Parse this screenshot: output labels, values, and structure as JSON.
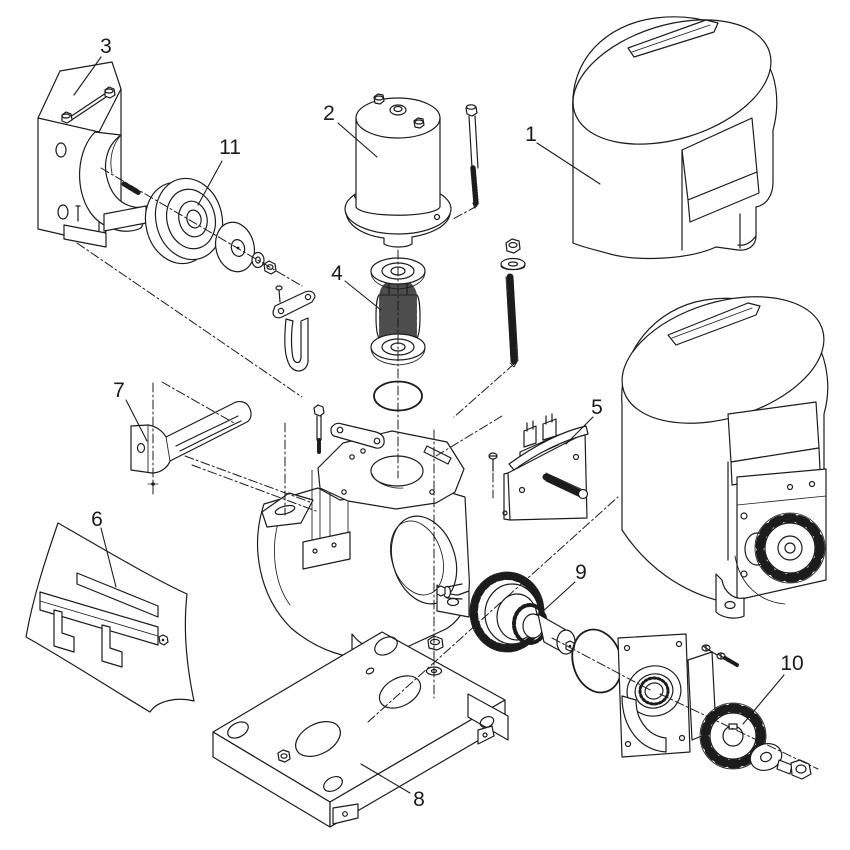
{
  "diagram": {
    "kind": "exploded-parts-diagram",
    "background_color": "#ffffff",
    "line_color": "#1c1c1c",
    "parts": [
      {
        "label": "1"
      },
      {
        "label": "2"
      },
      {
        "label": "3"
      },
      {
        "label": "4"
      },
      {
        "label": "5"
      },
      {
        "label": "6"
      },
      {
        "label": "7"
      },
      {
        "label": "8"
      },
      {
        "label": "9"
      },
      {
        "label": "10"
      },
      {
        "label": "11"
      }
    ]
  }
}
